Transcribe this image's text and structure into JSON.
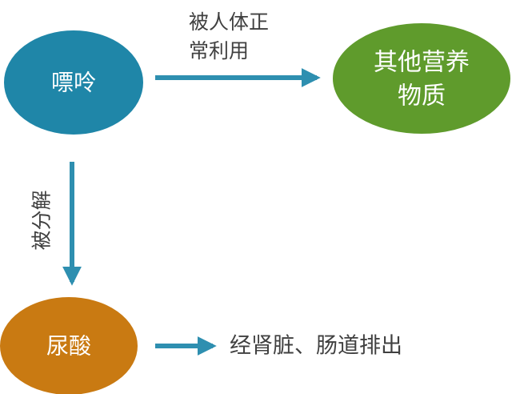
{
  "nodes": {
    "purine": {
      "label": "嘌呤",
      "color": "#1f86a8"
    },
    "other_nutrients": {
      "line1": "其他营养",
      "line2": "物质",
      "color": "#5f9b2c"
    },
    "uric_acid": {
      "label": "尿酸",
      "color": "#c97a12"
    }
  },
  "edges": {
    "to_other": {
      "line1": "被人体正",
      "line2": "常利用"
    },
    "to_uric": {
      "label": "被分解"
    },
    "excretion": {
      "label": "经肾脏、肠道排出"
    }
  },
  "arrow_color": "#2e8fb0"
}
